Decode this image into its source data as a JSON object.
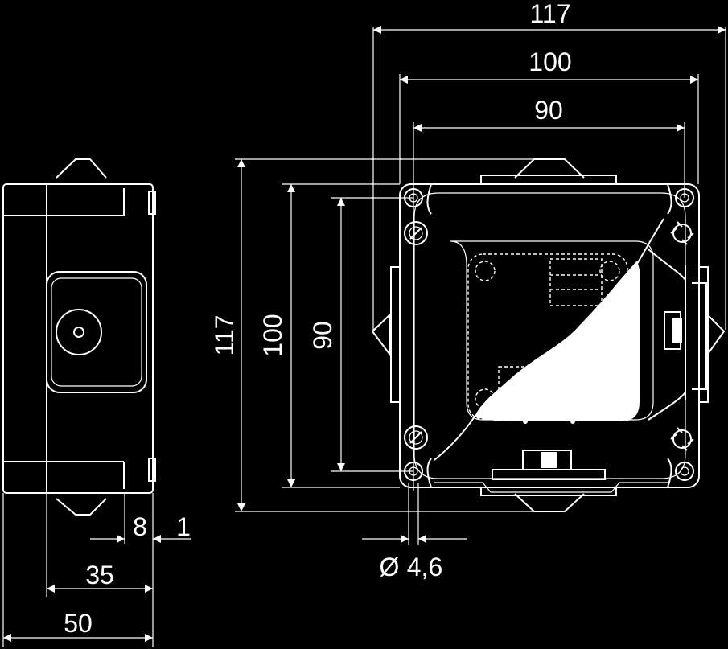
{
  "dimensions": {
    "top_overall_width": "117",
    "top_outer_width": "100",
    "top_hole_spacing": "90",
    "left_overall_height": "117",
    "left_outer_height": "100",
    "left_hole_spacing": "90",
    "hole_diameter": "4,6",
    "side_wall_offset": "8",
    "side_lid_thickness": "1",
    "side_body_depth": "35",
    "side_total_depth": "50"
  },
  "symbols": {
    "diameter_symbol": "Ø"
  },
  "colors": {
    "background": "#000000",
    "lines": "#ffffff"
  }
}
